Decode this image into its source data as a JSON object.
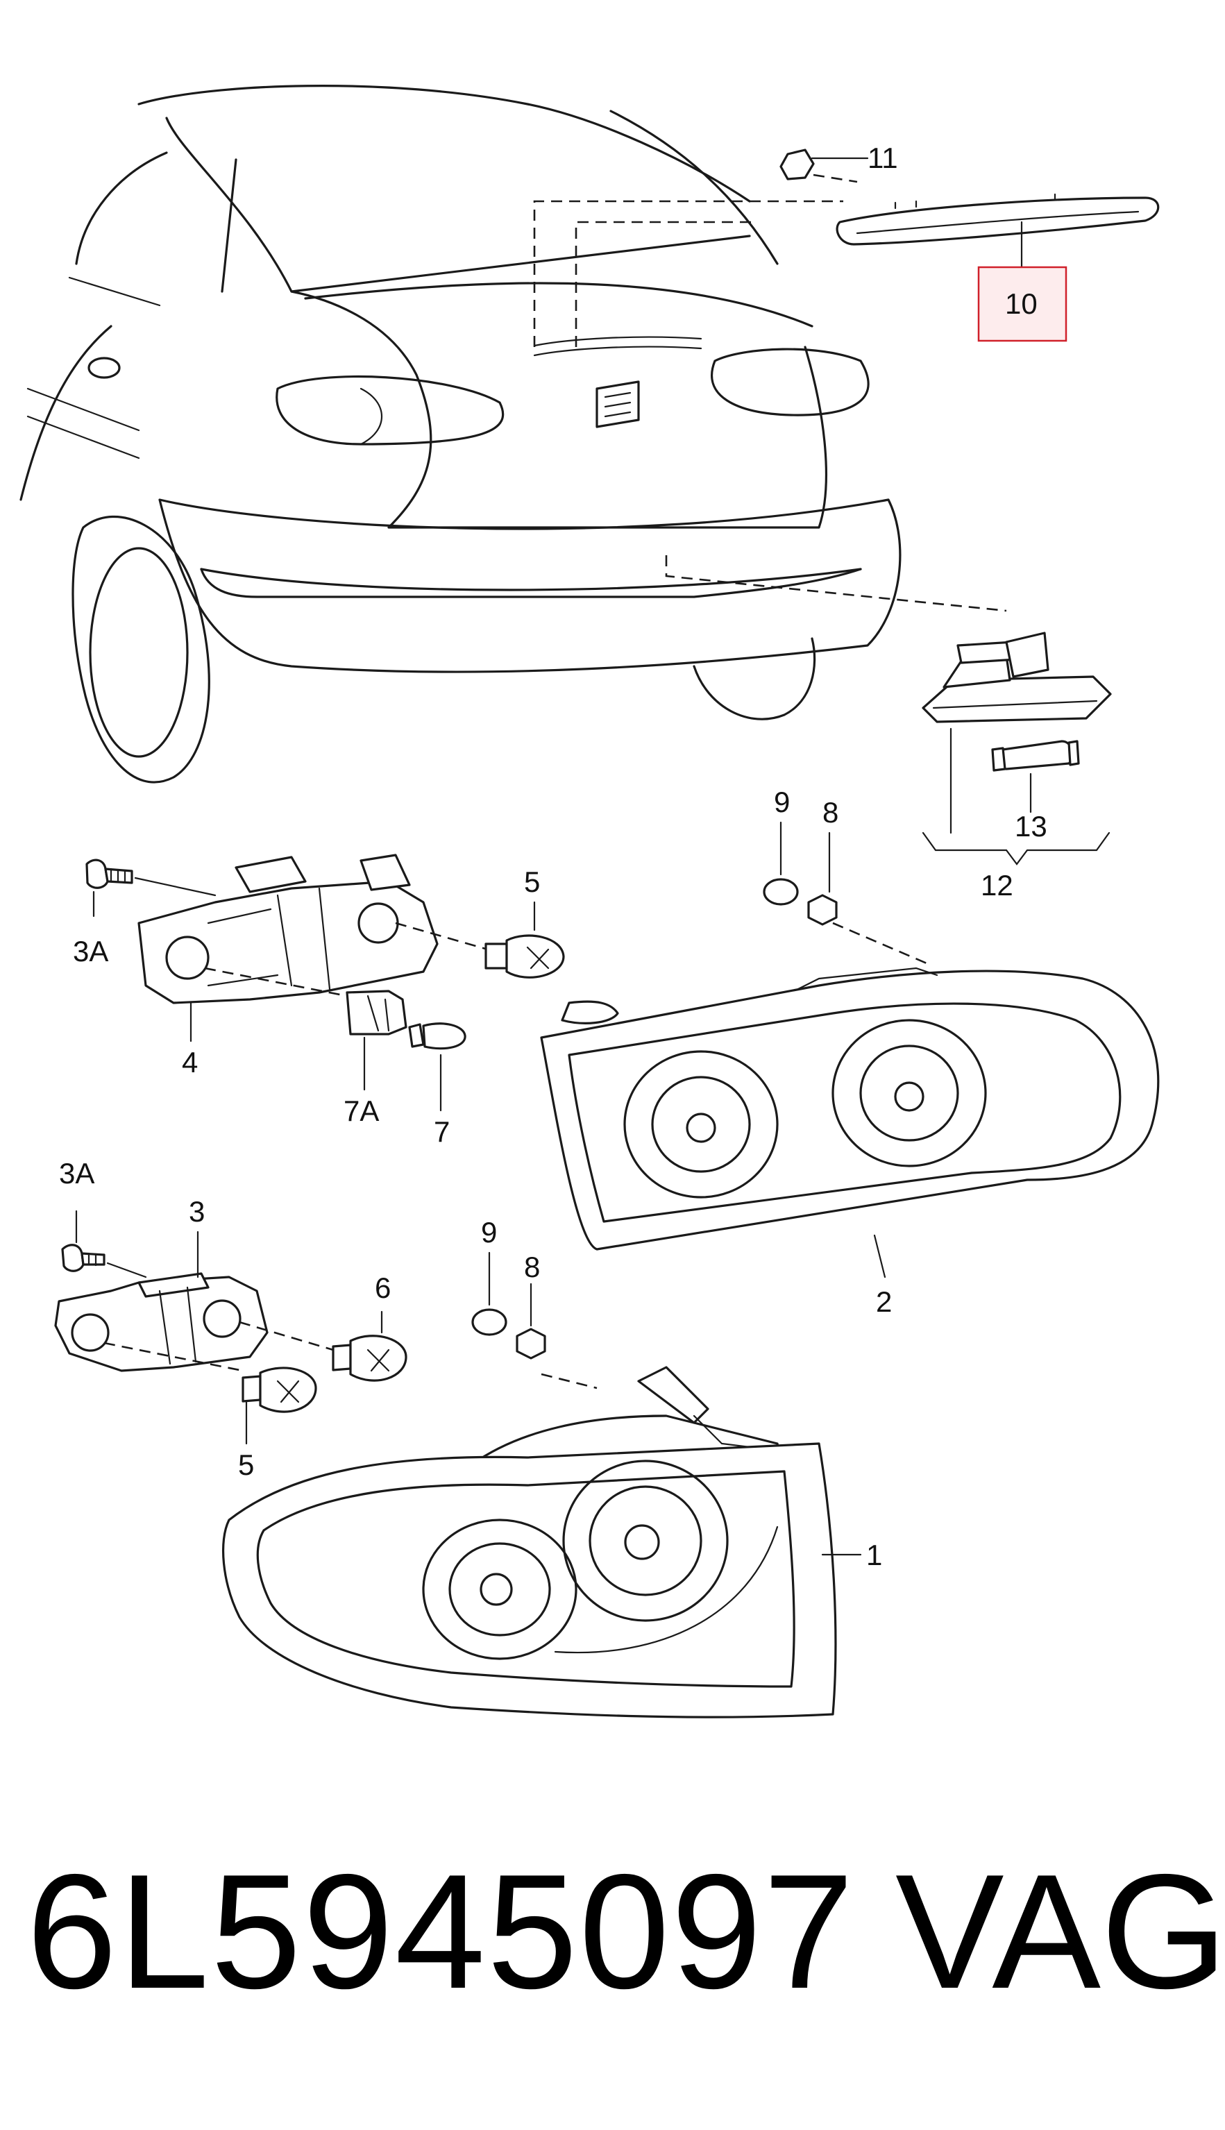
{
  "callouts": {
    "c1": "1",
    "c2": "2",
    "c3": "3",
    "c3a_top": "3A",
    "c3a_bottom": "3A",
    "c4": "4",
    "c5_top": "5",
    "c5_bottom": "5",
    "c6": "6",
    "c7": "7",
    "c7a": "7A",
    "c8_top": "8",
    "c8_bottom": "8",
    "c9_top": "9",
    "c9_bottom": "9",
    "c10": "10",
    "c11": "11",
    "c12": "12",
    "c13": "13"
  },
  "highlighted_callout": "10",
  "colors": {
    "highlight_fill": "#fdeced",
    "highlight_border": "#d0202a",
    "ink": "#1a1a1a"
  },
  "footer": {
    "part_number": "6L5945097",
    "brand": "VAG"
  }
}
